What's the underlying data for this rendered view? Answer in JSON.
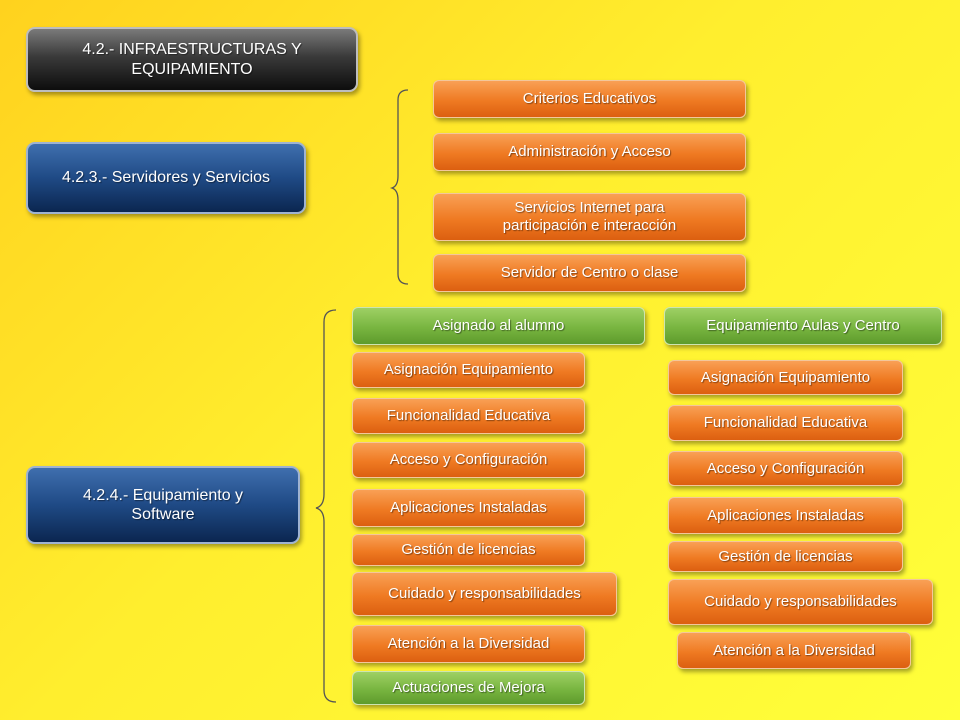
{
  "title": "4.2.- INFRAESTRUCTURAS Y EQUIPAMIENTO",
  "servidores": {
    "heading": "4.2.3.- Servidores y Servicios",
    "items": [
      "Criterios Educativos",
      "Administración y Acceso",
      "Servicios Internet  para participación e interacción",
      "Servidor de Centro o clase"
    ]
  },
  "equipamiento": {
    "heading": "4.2.4.- Equipamiento y Software",
    "alumno": {
      "header": "Asignado al alumno",
      "items": [
        "Asignación Equipamiento",
        "Funcionalidad Educativa",
        "Acceso y Configuración",
        "Aplicaciones Instaladas",
        "Gestión de licencias",
        "Cuidado y responsabilidades",
        "Atención a la Diversidad"
      ],
      "footer": "Actuaciones de Mejora"
    },
    "aulas": {
      "header": "Equipamiento Aulas y Centro",
      "items": [
        "Asignación Equipamiento",
        "Funcionalidad Educativa",
        "Acceso y Configuración",
        "Aplicaciones Instaladas",
        "Gestión de licencias",
        "Cuidado y responsabilidades",
        "Atención a la Diversidad"
      ]
    }
  },
  "colors": {
    "background": "#ffee2e",
    "orange": "#ef7a22",
    "green": "#78b540",
    "navy": "#1f4a85",
    "dark": "#1a1a1a"
  }
}
